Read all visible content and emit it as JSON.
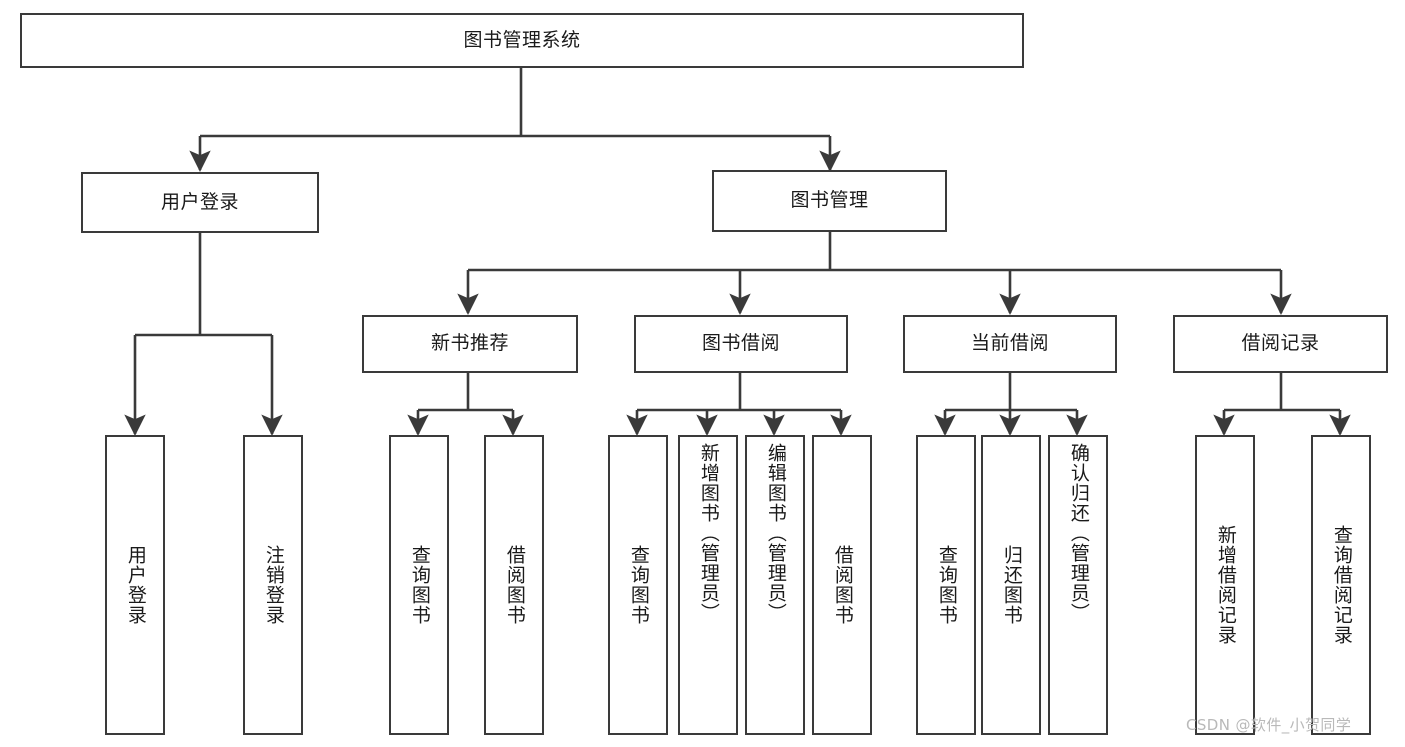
{
  "diagram": {
    "title": "图书管理系统",
    "type": "tree-hierarchy-diagram",
    "root": {
      "id": "root",
      "label": "图书管理系统"
    },
    "level2": [
      {
        "id": "user-login",
        "label": "用户登录"
      },
      {
        "id": "book-management",
        "label": "图书管理"
      }
    ],
    "level3": [
      {
        "id": "new-book-recommend",
        "label": "新书推荐",
        "parent": "book-management"
      },
      {
        "id": "book-borrow",
        "label": "图书借阅",
        "parent": "book-management"
      },
      {
        "id": "current-borrow",
        "label": "当前借阅",
        "parent": "book-management"
      },
      {
        "id": "borrow-record",
        "label": "借阅记录",
        "parent": "book-management"
      }
    ],
    "leaves": [
      {
        "id": "leaf-user-login",
        "label": "用户登录",
        "parent": "user-login"
      },
      {
        "id": "leaf-logout-login",
        "label": "注销登录",
        "parent": "user-login"
      },
      {
        "id": "leaf-query-book-1",
        "label": "查询图书",
        "parent": "new-book-recommend"
      },
      {
        "id": "leaf-borrow-book-1",
        "label": "借阅图书",
        "parent": "new-book-recommend"
      },
      {
        "id": "leaf-query-book-2",
        "label": "查询图书",
        "parent": "book-borrow"
      },
      {
        "id": "leaf-add-book",
        "label": "新增图书（管理员）",
        "parent": "book-borrow"
      },
      {
        "id": "leaf-edit-book",
        "label": "编辑图书（管理员）",
        "parent": "book-borrow"
      },
      {
        "id": "leaf-borrow-book-2",
        "label": "借阅图书",
        "parent": "book-borrow"
      },
      {
        "id": "leaf-query-book-3",
        "label": "查询图书",
        "parent": "current-borrow"
      },
      {
        "id": "leaf-return-book",
        "label": "归还图书",
        "parent": "current-borrow"
      },
      {
        "id": "leaf-confirm-return",
        "label": "确认归还（管理员）",
        "parent": "current-borrow"
      },
      {
        "id": "leaf-add-record",
        "label": "新增借阅记录",
        "parent": "borrow-record"
      },
      {
        "id": "leaf-query-record",
        "label": "查询借阅记录",
        "parent": "borrow-record"
      }
    ],
    "colors": {
      "box_border": "#3a3a3a",
      "box_fill": "#ffffff",
      "connector": "#3a3a3a",
      "text": "#1a1a1a",
      "background": "#ffffff",
      "watermark": "#b9b9b9"
    }
  },
  "watermark": {
    "text": "CSDN @软件_小贺同学"
  }
}
